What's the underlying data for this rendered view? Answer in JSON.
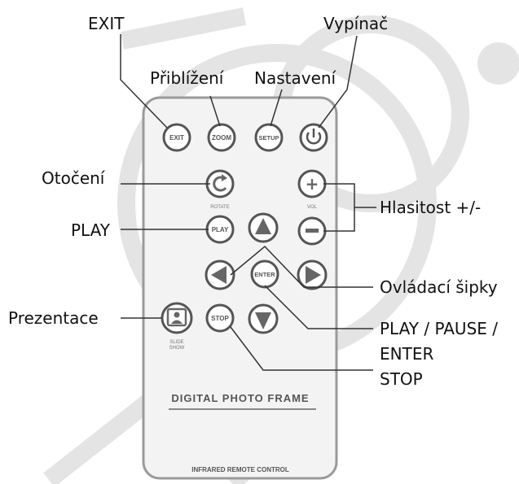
{
  "remote": {
    "buttons": {
      "exit": "EXIT",
      "zoom": "ZOOM",
      "setup": "SETUP",
      "enter": "ENTER",
      "play": "PLAY",
      "stop": "STOP"
    },
    "sublabels": {
      "rotate": "ROTATE",
      "vol": "VOL",
      "slide": "SLIDE",
      "show": "SHOW"
    },
    "brand": "DIGITAL PHOTO FRAME",
    "footer": "INFRARED REMOTE CONTROL"
  },
  "callouts": {
    "exit": "EXIT",
    "zoom": "Přiblížení",
    "setup": "Nastavení",
    "power": "Vypínač",
    "rotate": "Otočení",
    "volume": "Hlasitost +/-",
    "play": "PLAY",
    "arrows": "Ovládací šipky",
    "enter_line1": "PLAY / PAUSE /",
    "enter_line2": "ENTER",
    "stop": "STOP",
    "slideshow": "Prezentace"
  },
  "colors": {
    "remote_fill": "#f3f3f3",
    "remote_stroke": "#9a9a9a",
    "button_stroke": "#555555",
    "arrow_fill": "#666666",
    "leader": "#333333",
    "watermark": "#e4e4e4"
  }
}
